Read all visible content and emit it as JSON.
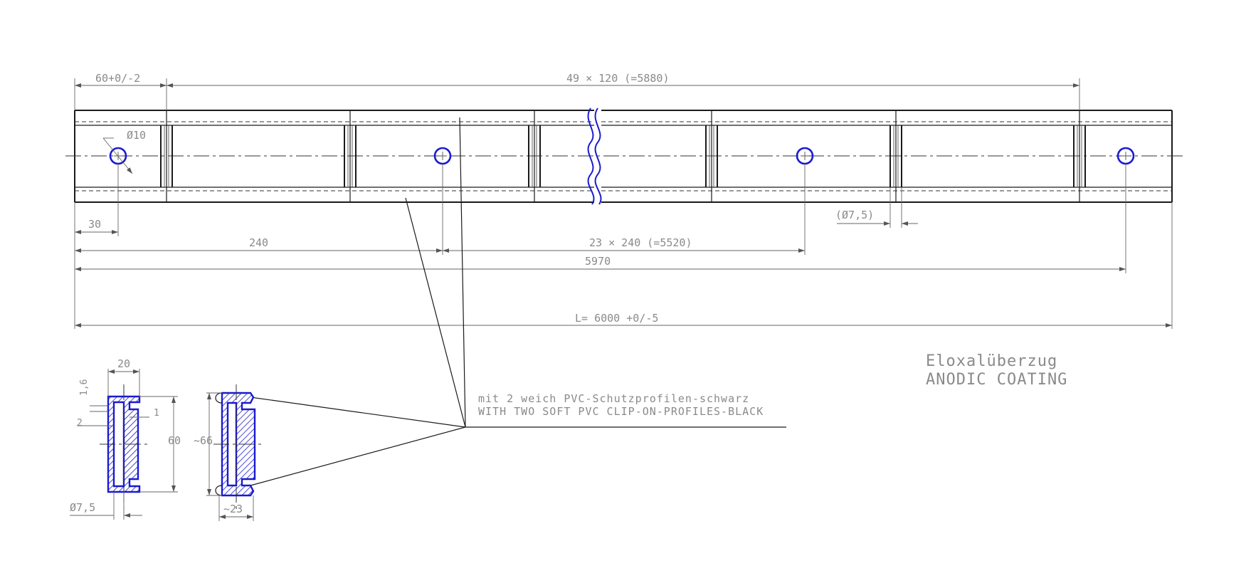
{
  "dimensions": {
    "end_offset": "60+0/-2",
    "pitch_120": "49 × 120 (=5880)",
    "hole_diameter": "Ø10",
    "hole_edge": "30",
    "first_hole": "240",
    "pitch_240": "23 × 240 (=5520)",
    "hole_span": "5970",
    "slot_diameter": "(Ø7,5)",
    "length": "L= 6000 +0/-5"
  },
  "section": {
    "width": "20",
    "wall_top": "1,6",
    "wall_side": "2",
    "lip": "1",
    "height": "60",
    "slot_diameter": "Ø7,5",
    "profile_height": "~66",
    "profile_width": "~23"
  },
  "notes": {
    "clip_de": "mit 2 weich PVC-Schutzprofilen-schwarz",
    "clip_en": "WITH TWO SOFT PVC CLIP-ON-PROFILES-BLACK",
    "coating_de": "Eloxalüberzug",
    "coating_en": "ANODIC COATING"
  },
  "colors": {
    "line": "#1a1a1a",
    "hole": "#1a1ad0",
    "text": "#8a8a8a"
  }
}
